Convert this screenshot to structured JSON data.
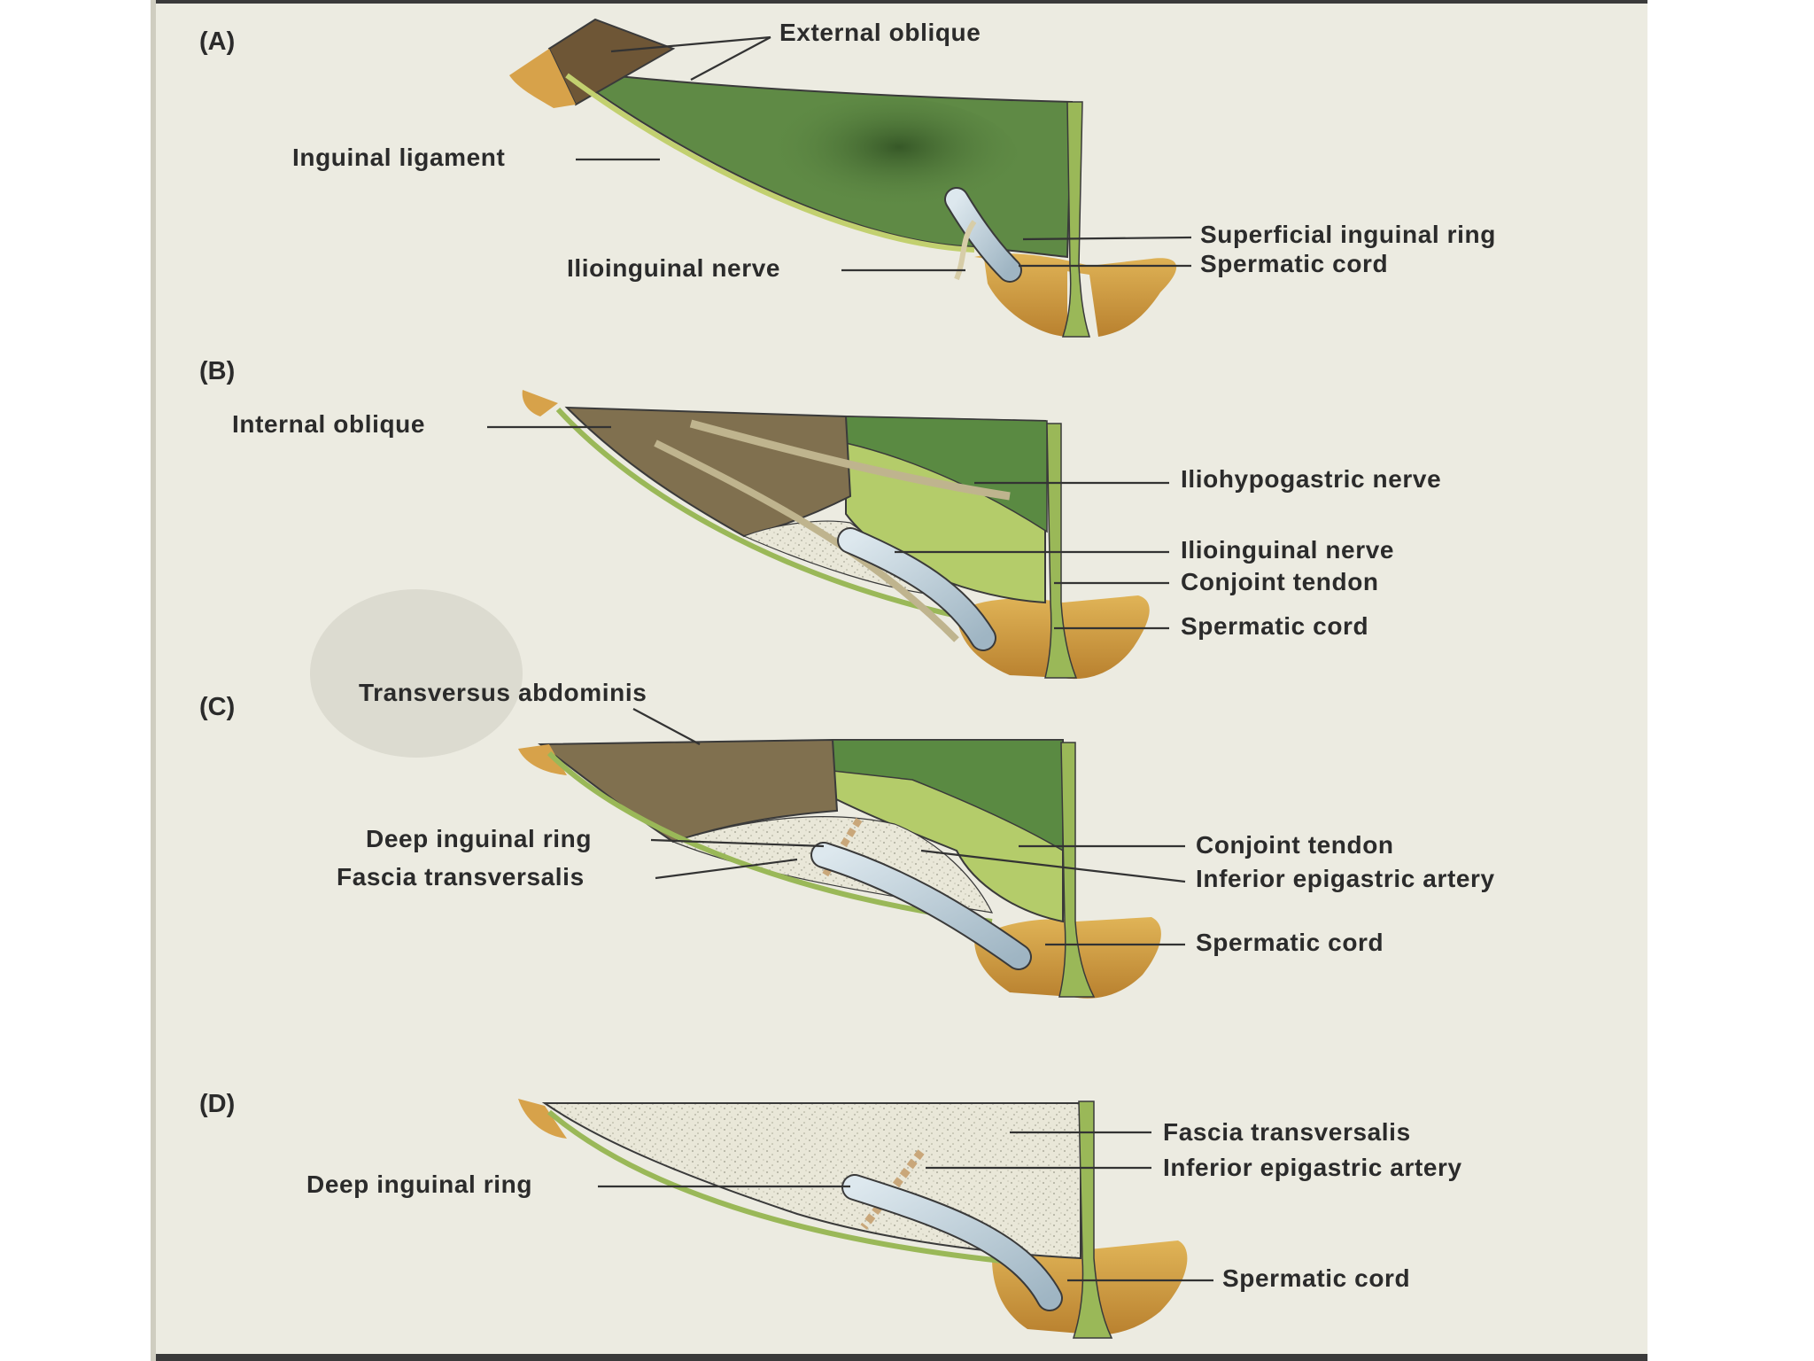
{
  "panels": {
    "a": {
      "tag": "(A)",
      "labels": {
        "external_oblique": "External oblique",
        "inguinal_ligament": "Inguinal ligament",
        "ilioinguinal_nerve": "Ilioinguinal nerve",
        "superficial_inguinal_ring": "Superficial inguinal ring",
        "spermatic_cord": "Spermatic cord"
      }
    },
    "b": {
      "tag": "(B)",
      "labels": {
        "internal_oblique": "Internal oblique",
        "iliohypogastric_nerve": "Iliohypogastric nerve",
        "ilioinguinal_nerve": "Ilioinguinal nerve",
        "conjoint_tendon": "Conjoint tendon",
        "spermatic_cord": "Spermatic cord"
      }
    },
    "c": {
      "tag": "(C)",
      "labels": {
        "transversus_abdominis": "Transversus abdominis",
        "deep_inguinal_ring": "Deep inguinal ring",
        "fascia_transversalis": "Fascia transversalis",
        "conjoint_tendon": "Conjoint tendon",
        "inferior_epigastric_artery": "Inferior epigastric artery",
        "spermatic_cord": "Spermatic cord"
      }
    },
    "d": {
      "tag": "(D)",
      "labels": {
        "fascia_transversalis": "Fascia transversalis",
        "inferior_epigastric_artery": "Inferior epigastric artery",
        "deep_inguinal_ring": "Deep inguinal ring",
        "spermatic_cord": "Spermatic cord"
      }
    }
  },
  "colors": {
    "paper": "#ecebe1",
    "muscle_dark_green": "#4f7a3c",
    "muscle_mid_green": "#6f9a4c",
    "muscle_light_green": "#b4cc6a",
    "fleshy_brown": "#7d6a4f",
    "fat_orange": "#c8923c",
    "cord_blue": "#b9ccd6",
    "fascia_speckle": "#e8e6d6"
  }
}
